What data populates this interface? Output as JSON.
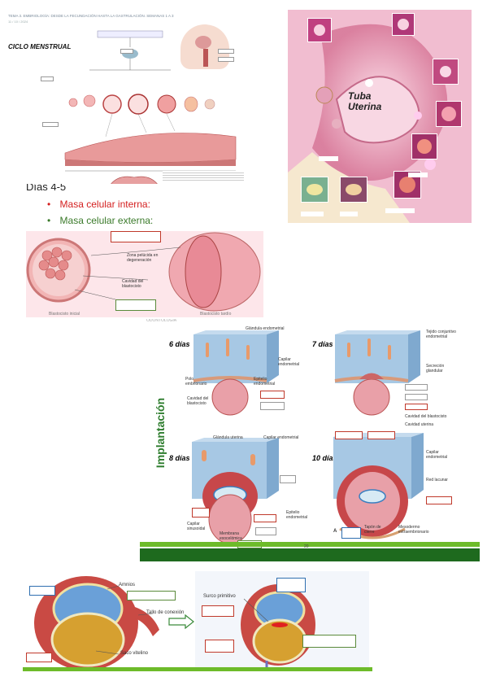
{
  "top_left": {
    "header": "TEMA 3. EMBRIOLOGÍA: DESDE LA FECUNDACIÓN HASTA LA GASTRULACIÓN. SEMANAS 1 A 3",
    "subheader": "11 / 10 / 2024",
    "title": "CICLO MENSTRUAL"
  },
  "top_right": {
    "label_line1": "Tuba",
    "label_line2": "Uterina"
  },
  "blastocyst": {
    "heading": "Días 4-5",
    "bullet_red": "Masa celular interna:",
    "bullet_green": "Masa celular externa:",
    "label_zona": "Zona pelúcida en degeneración",
    "label_cavidad": "Cavidad del blastocisto",
    "caption_left": "Blastocisto inicial",
    "caption_right": "Blastocisto tardío"
  },
  "implantation": {
    "header": "ODONTOLOGÍA",
    "side_title": "Implantación",
    "day6": "6 días",
    "day7": "7 días",
    "day8": "8 días",
    "day10": "10 días",
    "label_glandula": "Glándula endometrial",
    "label_capilar": "Capilar endometrial",
    "label_polo": "Polo embrionario",
    "label_epitelio": "Epitelio endometrial",
    "label_cavidad": "Cavidad del blastocisto",
    "label_tejido": "Tejido conjuntivo endometrial",
    "label_secrecion": "Secreción glandular",
    "label_cavidad_uterina": "Cavidad uterina",
    "label_glandula_uterina": "Glándula uterina",
    "label_capilar_sinusoidal": "Capilar sinusoidal",
    "label_membrana": "Membrana exocelómica",
    "label_red_lacunar": "Red lacunar",
    "label_tapon": "Tapón de cierre",
    "label_mesodermo": "Mesodermo extraembrionario",
    "page_number": "20",
    "panel_marker": "A"
  },
  "bottom": {
    "label_amnios": "Amnios",
    "label_tallo": "Tallo de conexión",
    "label_saco": "Saco vitelino",
    "label_surco": "Surco primitivo"
  },
  "colors": {
    "green_bar": "#6dbb2a",
    "dark_green_bar": "#1e6a1e",
    "pink_bg": "#f4c8d6",
    "red_text": "#d42020",
    "green_text": "#3a7a2a"
  }
}
